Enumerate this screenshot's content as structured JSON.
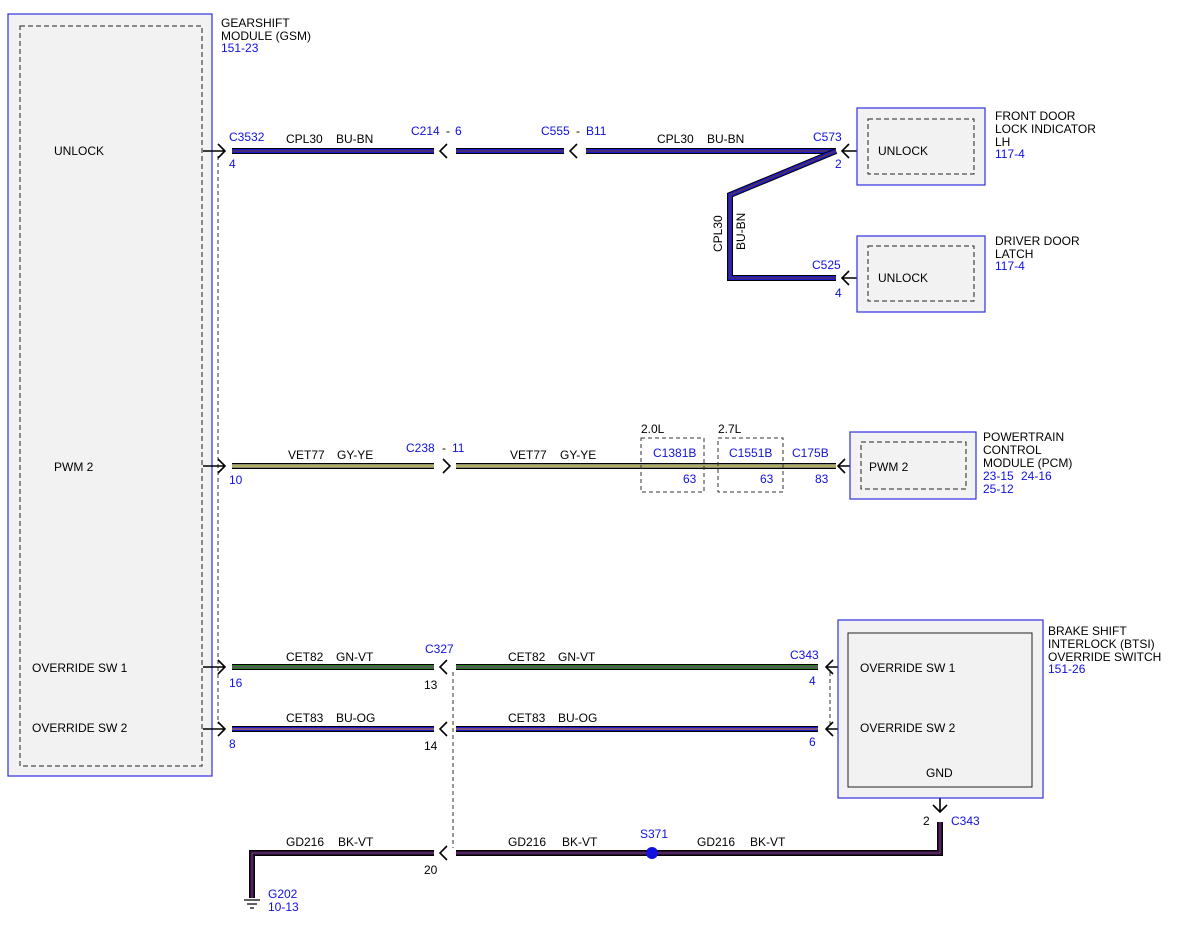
{
  "colors": {
    "bu_bn": "#1a1ad0",
    "bu_bn_trace": "#6b3a1a",
    "gy_ye": "#8a8a78",
    "gy_ye_trace": "#d8d040",
    "gn_vt": "#2e7d1e",
    "gn_vt_trace": "#7a3a9a",
    "bu_og": "#1a1ad0",
    "bu_og_trace": "#e08a20",
    "bk_vt": "#2a0f2a",
    "bk_vt_trace": "#7a3a9a",
    "ref_blue": "#1010e0",
    "splice": "#1010e0"
  },
  "modules": {
    "gsm": {
      "name_l1": "GEARSHIFT",
      "name_l2": "MODULE (GSM)",
      "ref": "151-23",
      "pin_unlock": "UNLOCK",
      "pin_pwm2": "PWM 2",
      "pin_ovr1": "OVERRIDE SW 1",
      "pin_ovr2": "OVERRIDE SW 2"
    },
    "fdli": {
      "name_l1": "FRONT DOOR",
      "name_l2": "LOCK INDICATOR",
      "name_l3": "LH",
      "ref": "117-4",
      "pin": "UNLOCK"
    },
    "ddl": {
      "name_l1": "DRIVER DOOR",
      "name_l2": "LATCH",
      "ref": "117-4",
      "pin": "UNLOCK"
    },
    "pcm": {
      "name_l1": "POWERTRAIN",
      "name_l2": "CONTROL",
      "name_l3": "MODULE (PCM)",
      "ref_l1a": "23-15",
      "ref_l1b": "24-16",
      "ref_l2": "25-12",
      "pin": "PWM 2"
    },
    "btsi": {
      "name_l1": "BRAKE SHIFT",
      "name_l2": "INTERLOCK (BTSI)",
      "name_l3": "OVERRIDE SWITCH",
      "ref": "151-26",
      "pin_ovr1": "OVERRIDE SW 1",
      "pin_ovr2": "OVERRIDE SW 2",
      "pin_gnd": "GND"
    }
  },
  "connectors": {
    "c3532": {
      "id": "C3532",
      "pin_unlock": "4",
      "pin_pwm2": "10",
      "pin_ovr1": "16",
      "pin_ovr2": "8"
    },
    "c214": {
      "id": "C214",
      "sep": "-",
      "pin": "6"
    },
    "c555": {
      "id": "C555",
      "sep": "-",
      "pin": "B11"
    },
    "c573": {
      "id": "C573",
      "pin": "2"
    },
    "c525": {
      "id": "C525",
      "pin": "4"
    },
    "c238": {
      "id": "C238",
      "sep": "-",
      "pin": "11"
    },
    "c1381b": {
      "id": "C1381B",
      "pin": "63",
      "variant": "2.0L"
    },
    "c1551b": {
      "id": "C1551B",
      "pin": "63",
      "variant": "2.7L"
    },
    "c175b": {
      "id": "C175B",
      "pin": "83"
    },
    "c327": {
      "id": "C327",
      "pin_ovr1": "13",
      "pin_ovr2": "14",
      "pin_gnd": "20"
    },
    "c343": {
      "id": "C343",
      "pin_ovr1": "4",
      "pin_ovr2": "6",
      "pin_gnd": "2"
    },
    "s371": {
      "id": "S371"
    },
    "g202": {
      "id": "G202",
      "ref": "10-13"
    }
  },
  "circuits": {
    "cpl30": {
      "code": "CPL30",
      "color": "BU-BN"
    },
    "vet77": {
      "code": "VET77",
      "color": "GY-YE"
    },
    "cet82": {
      "code": "CET82",
      "color": "GN-VT"
    },
    "cet83": {
      "code": "CET83",
      "color": "BU-OG"
    },
    "gd216": {
      "code": "GD216",
      "color": "BK-VT"
    }
  }
}
